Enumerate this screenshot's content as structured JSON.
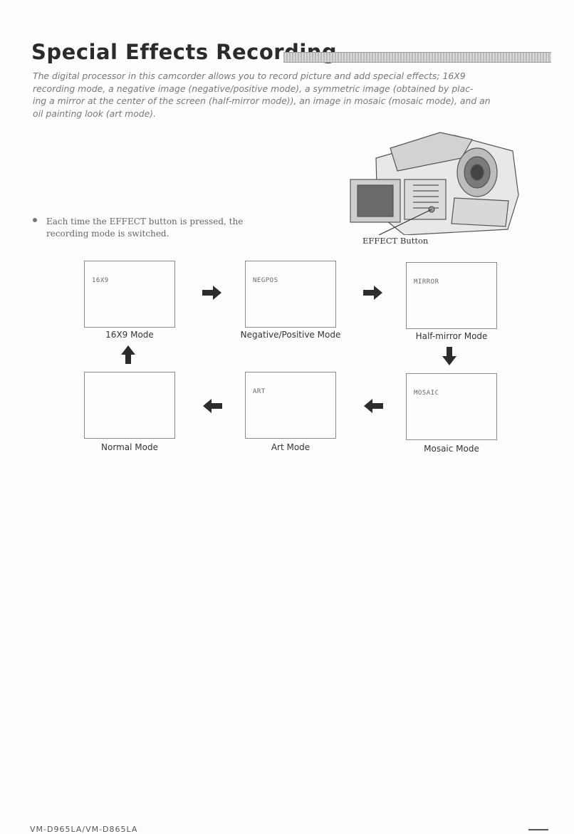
{
  "title": "Special Effects Recording",
  "intro_lines": [
    "The digital processor in this camcorder allows you to record picture and add special effects; 16X9",
    "recording mode, a negative image (negative/positive mode), a symmetric image (obtained by plac-",
    "ing a mirror at the center of the screen (half-mirror mode)), an image in mosaic (mosaic mode), and an",
    "oil painting look (art mode)."
  ],
  "bullet_lines": [
    "Each time the EFFECT button is pressed, the",
    "recording mode is switched."
  ],
  "effect_button_label": "EFFECT Button",
  "modes": [
    {
      "osd": "16X9",
      "caption": "16X9 Mode"
    },
    {
      "osd": "NEGPOS",
      "caption": "Negative/Positive Mode"
    },
    {
      "osd": "MIRROR",
      "caption": "Half-mirror Mode"
    },
    {
      "osd": "",
      "caption": "Normal Mode"
    },
    {
      "osd": "ART",
      "caption": "Art Mode"
    },
    {
      "osd": "MOSAIC",
      "caption": "Mosaic Mode"
    }
  ],
  "footer": "VM-D965LA/VM-D865LA"
}
